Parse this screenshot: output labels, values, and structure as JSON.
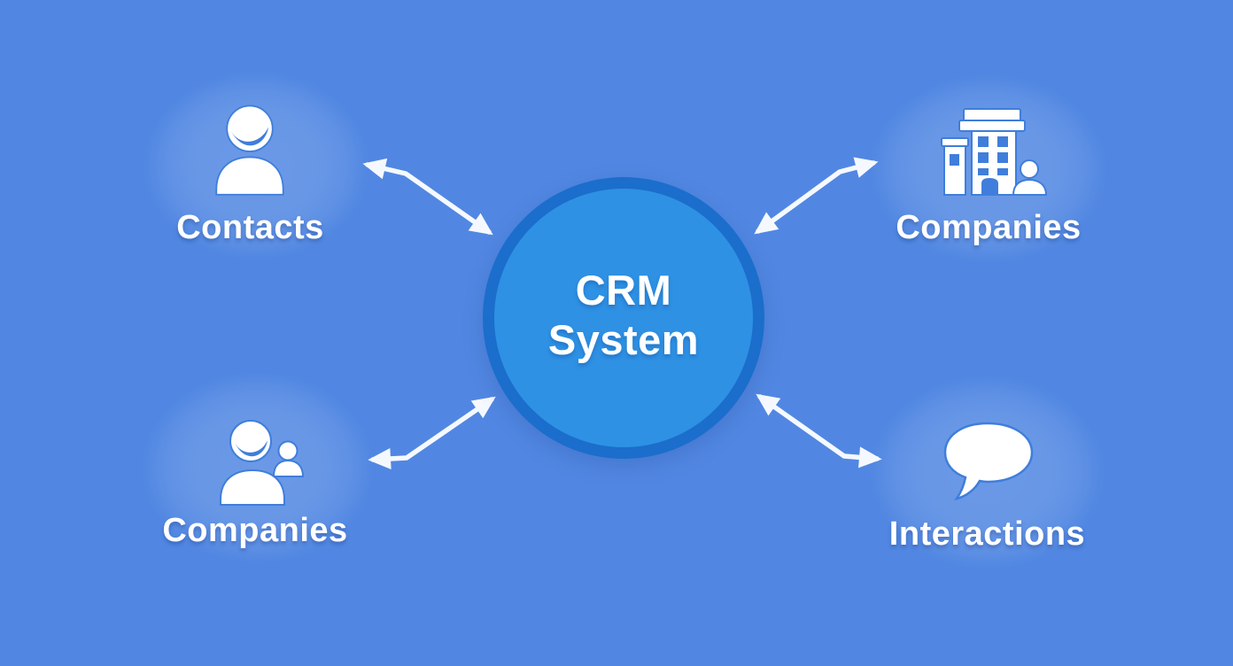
{
  "diagram": {
    "center": {
      "line1": "CRM",
      "line2": "System"
    },
    "nodes": [
      {
        "id": "contacts",
        "label": "Contacts",
        "icon": "person-icon",
        "position": "top-left"
      },
      {
        "id": "companies-top",
        "label": "Companies",
        "icon": "building-icon",
        "position": "top-right"
      },
      {
        "id": "companies-bottom",
        "label": "Companies",
        "icon": "people-icon",
        "position": "bottom-left"
      },
      {
        "id": "interactions",
        "label": "Interactions",
        "icon": "speech-bubble-icon",
        "position": "bottom-right"
      }
    ],
    "connections": [
      {
        "from": "contacts",
        "to": "crm-system",
        "bidirectional": true
      },
      {
        "from": "companies-top",
        "to": "crm-system",
        "bidirectional": true
      },
      {
        "from": "companies-bottom",
        "to": "crm-system",
        "bidirectional": true
      },
      {
        "from": "interactions",
        "to": "crm-system",
        "bidirectional": true
      }
    ]
  },
  "colors": {
    "background": "#5187e2",
    "circle_fill": "#2e91e4",
    "circle_border": "#1b6ecb",
    "arrow": "#f5f9ff",
    "text": "#ffffff",
    "icon_fill": "#ffffff",
    "icon_accent": "#3f7edb"
  }
}
